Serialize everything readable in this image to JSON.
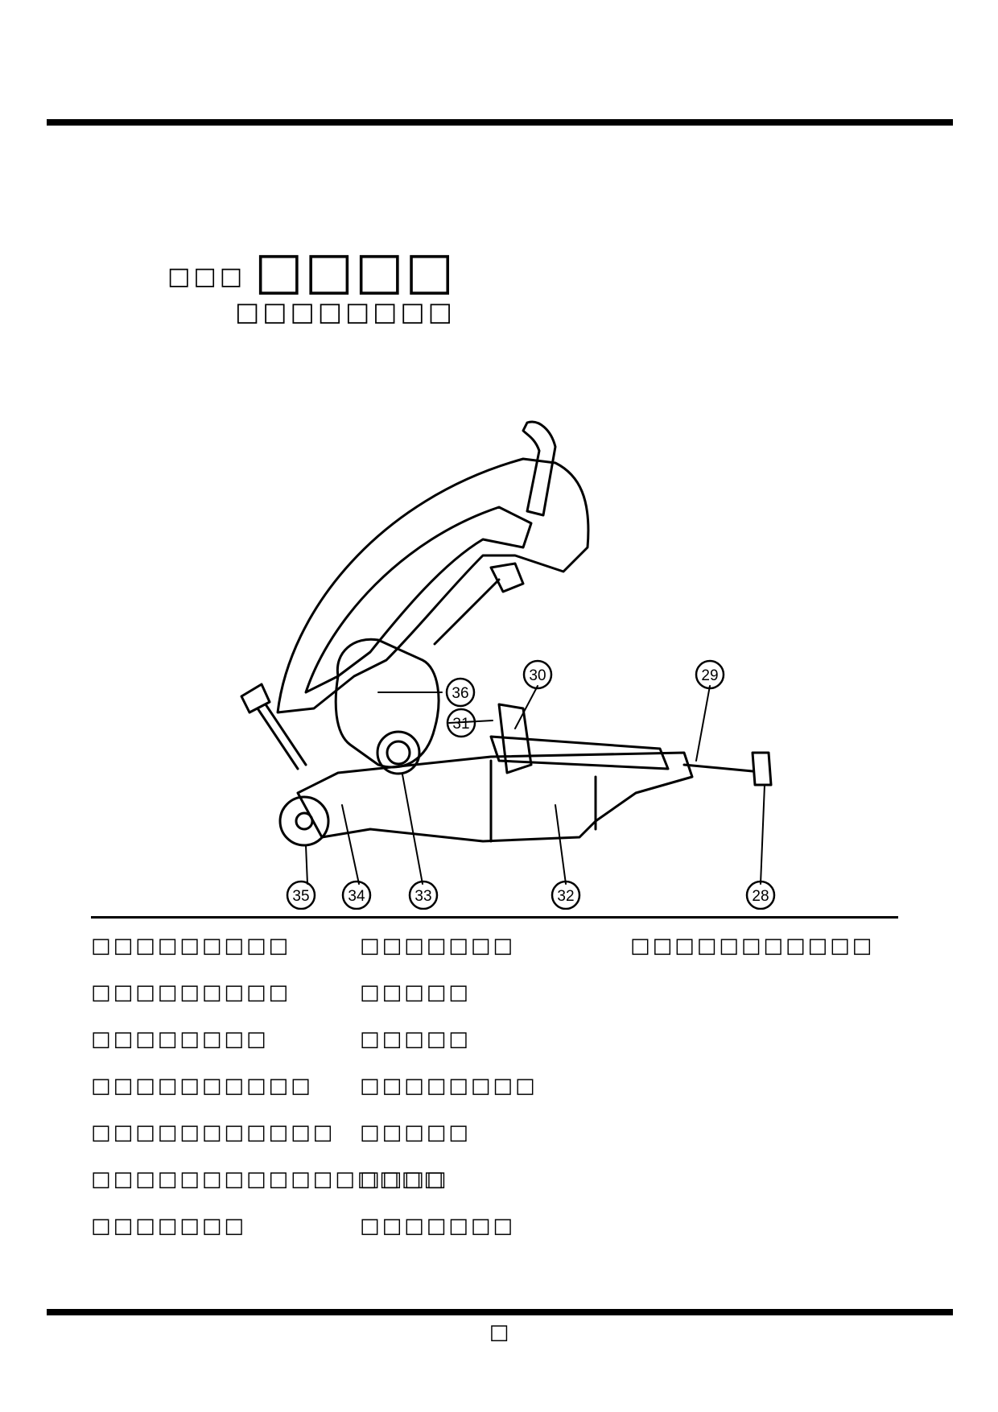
{
  "header": {
    "title_small": "□□□",
    "title_large": "□□□□",
    "subtitle": "□□□□□□□□"
  },
  "figure": {
    "callouts": [
      "30",
      "29",
      "36",
      "31",
      "35",
      "34",
      "33",
      "32",
      "28"
    ]
  },
  "legend": {
    "col1": [
      "□□□□□□□□□",
      "□□□□□□□□□",
      "□□□□□□□□",
      "□□□□□□□□□□",
      "□□□□□□□□□□□",
      "□□□□□□□□□□□□□□□□",
      "□□□□□□□"
    ],
    "col2": [
      "□□□□□□□",
      "□□□□□",
      "□□□□□",
      "□□□□□□□□",
      "□□□□□",
      "□□□□",
      "□□□□□□□"
    ],
    "col3": [
      "□□□□□□□□□□□"
    ]
  },
  "footer": {
    "page_number": "□"
  }
}
